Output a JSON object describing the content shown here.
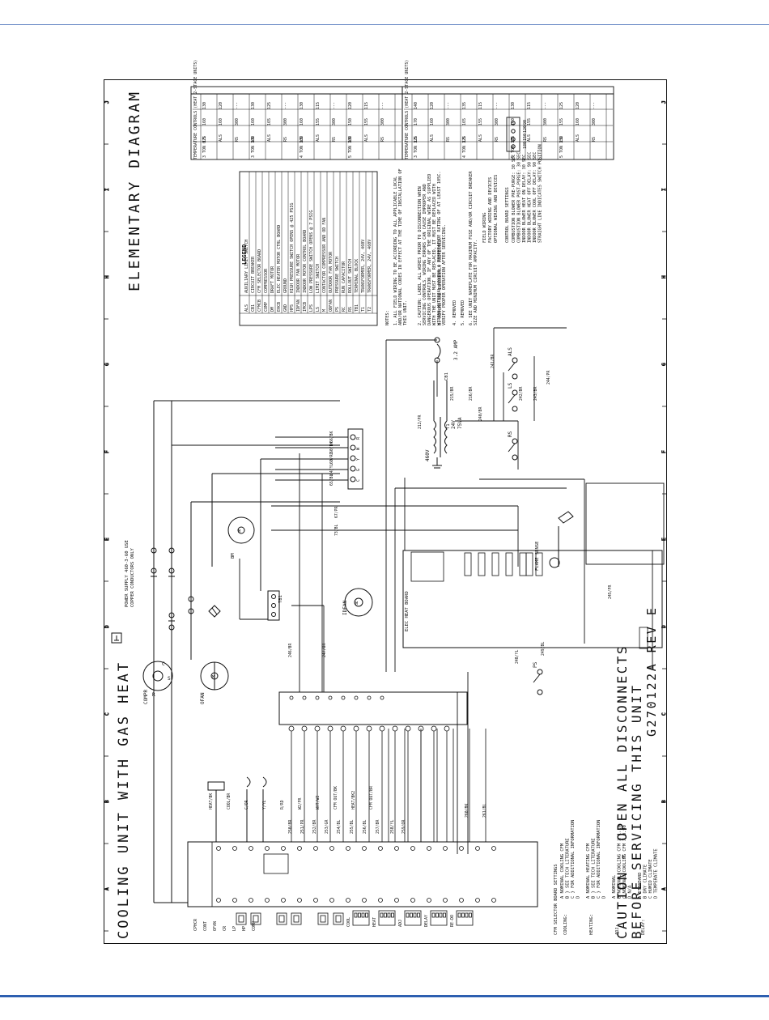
{
  "colors": {
    "rule": "#2d5fb0",
    "ink": "#111111"
  },
  "diagram": {
    "title": "ELEMENTARY DIAGRAM",
    "subtitle": "COOLING UNIT WITH GAS HEAT",
    "caution_line1": "CAUTION - OPEN ALL DISCONNECTS",
    "caution_line2": "BEFORE SERVICING THIS UNIT",
    "drawing_no": "G270122A REV E",
    "power_note_1": "POWER SUPPLY 460-3-60 USE",
    "power_note_2": "COPPER CONDUCTORS ONLY",
    "left_labels": [
      "CPHCR",
      "CONT",
      "OFAN",
      "CR",
      "LP",
      "HP",
      "COMP"
    ],
    "components": [
      "COMPR",
      "OFAN",
      "IDFAN",
      "BM",
      "TB1",
      "FLAME SENSE",
      "CB1",
      "T1",
      "ELEC HEAT BOARD"
    ],
    "transformer": {
      "primary": "460V",
      "secondary": "24V",
      "va": "75VA"
    },
    "breaker": "3.2 AMP",
    "switches": [
      "ALS",
      "LS",
      "RS",
      "PS"
    ],
    "plug_pins": [
      "R",
      "W",
      "Y",
      "G",
      "C"
    ],
    "wire_labels": [
      "60/BK",
      "60/RD",
      "64/YL",
      "65/BL",
      "66/BK",
      "67/PR",
      "73/BL",
      "212/PR",
      "215/BR",
      "216/BR",
      "240/BR",
      "241/BR",
      "242/BR",
      "243/BR",
      "244/PR",
      "245/PR",
      "246/BR",
      "247/OR",
      "248/YL",
      "249/BL",
      "250/BR",
      "251/PR",
      "252/BR",
      "253/GR",
      "254/BL",
      "255/BL",
      "256/BL",
      "257/BR",
      "258/YL",
      "259/OR",
      "260/BK",
      "261/BL"
    ],
    "terminals": [
      "HEAT/BK",
      "COOL/BR",
      "C/OR",
      "Y/YL",
      "R/RD",
      "W2/PR",
      "WHT/W2",
      "CFM OUT/BK",
      "HEAT/BK2",
      "CFM OUT/BR"
    ]
  },
  "legend": {
    "title": "LEGEND",
    "items": [
      {
        "code": "ALS",
        "desc": "AUXILIARY LIMIT SWITCH"
      },
      {
        "code": "CB1",
        "desc": "CIRCUIT BREAKER"
      },
      {
        "code": "CFMCB",
        "desc": "CFM SELECTOR BOARD"
      },
      {
        "code": "COMP",
        "desc": "COMPRESSOR"
      },
      {
        "code": "DM",
        "desc": "DRAFT MOTOR"
      },
      {
        "code": "EHCB",
        "desc": "ELEC HEATER MOTOR CTRL BOARD"
      },
      {
        "code": "GND",
        "desc": "GROUND"
      },
      {
        "code": "HPS",
        "desc": "HIGH PRESSURE SWITCH OPENS @ 425 PSIG"
      },
      {
        "code": "IDFAN",
        "desc": "INDOOR FAN MOTOR"
      },
      {
        "code": "IMCB",
        "desc": "INDOOR MOTOR CONTROL BOARD"
      },
      {
        "code": "LPS",
        "desc": "LOW PRESSURE SWITCH OPENS @ 7 PSIG"
      },
      {
        "code": "LS",
        "desc": "LIMIT SWITCH"
      },
      {
        "code": "M",
        "desc": "CONTACTOR COMPRESSOR AND OD FAN"
      },
      {
        "code": "ODFAN",
        "desc": "OUTDOOR FAN MOTOR"
      },
      {
        "code": "PS",
        "desc": "PRESSURE SWITCH"
      },
      {
        "code": "RC",
        "desc": "RUN CAPACITOR"
      },
      {
        "code": "RS",
        "desc": "ROLLOUT SWITCH"
      },
      {
        "code": "TB1",
        "desc": "TERMINAL BLOCK"
      },
      {
        "code": "T1",
        "desc": "TRANSFORMER, 24V, 460V"
      },
      {
        "code": "T2",
        "desc": "TRANSFORMER, 24V, 460V"
      }
    ]
  },
  "temp_tables": {
    "header_left": "TEMPERATURE CONTROLS (HEAT 2-STAGE UNITS)",
    "header_right": "TEMPERATURE CONTROLS (HEAT 2-STAGE UNITS)",
    "columns": [
      "UNIT SIZE",
      "DEVICE",
      "OPEN",
      "CLOSE"
    ],
    "left_rows": [
      [
        "3 TON 075",
        "LS",
        "160",
        "130"
      ],
      [
        "",
        "ALS",
        "160",
        "120"
      ],
      [
        "",
        "RS",
        "300",
        "---"
      ],
      [
        "3 TON 100",
        "LS",
        "160",
        "130"
      ],
      [
        "",
        "ALS",
        "165",
        "125"
      ],
      [
        "",
        "RS",
        "300",
        "---"
      ],
      [
        "4 TON 100",
        "LS",
        "160",
        "130"
      ],
      [
        "",
        "ALS",
        "155",
        "115"
      ],
      [
        "",
        "RS",
        "300",
        "---"
      ],
      [
        "5 TON 100",
        "LS",
        "150",
        "120"
      ],
      [
        "",
        "ALS",
        "155",
        "115"
      ],
      [
        "",
        "RS",
        "300",
        "---"
      ]
    ],
    "right_rows": [
      [
        "3 TON 125",
        "LS",
        "170",
        "140"
      ],
      [
        "",
        "ALS",
        "160",
        "120"
      ],
      [
        "",
        "RS",
        "300",
        "---"
      ],
      [
        "4 TON 125",
        "LS",
        "165",
        "135"
      ],
      [
        "",
        "ALS",
        "155",
        "115"
      ],
      [
        "",
        "RS",
        "300",
        "---"
      ],
      [
        "5 TON 125",
        "LS",
        "160",
        "130"
      ],
      [
        "",
        "ALS",
        "155",
        "115"
      ],
      [
        "",
        "RS",
        "300",
        "---"
      ],
      [
        "5 TON 150",
        "LS",
        "155",
        "125"
      ],
      [
        "",
        "ALS",
        "160",
        "120"
      ],
      [
        "",
        "RS",
        "300",
        "---"
      ]
    ]
  },
  "notes": {
    "heading": "NOTES:",
    "items": [
      "1. ALL FIELD WIRING TO BE ACCORDING TO ALL APPLICABLE LOCAL AND/OR NATIONAL CODES IN EFFECT AT THE TIME OF INSTALLATION OF THIS UNIT.",
      "2. CAUTION: LABEL ALL WIRES PRIOR TO DISCONNECTION WHEN SERVICING CONTROLS. WIRING ERRORS CAN CAUSE IMPROPER AND DANGEROUS OPERATION. IF ANY OF THE ORIGINAL WIRE AS SUPPLIED WITH THE UNIT MUST BE REPLACED, IT MUST BE REPLACED WITH WIRING MATERIAL HAVING A TEMPERATURE RATING OF AT LEAST 105C. VERIFY PROPER OPERATION AFTER SERVICING.",
      "3. MOTORS ARE INHERENTLY PROTECTED.",
      "4. REMOVED",
      "5. REMOVED",
      "6. SEE UNIT NAMEPLATE FOR MAXIMUM FUSE AND/OR CIRCUIT BREAKER SIZE AND MINIMUM CIRCUIT AMPACITY."
    ],
    "wiring_key": [
      "FIELD WIRING",
      "FACTORY WIRING AND DEVICES",
      "OPTIONAL WIRING AND DEVICES"
    ]
  },
  "control_board": {
    "heading": "CONTROL BOARD SETTINGS",
    "lines": [
      "COMBUSTION BLOWER PRE-PURGE: 30 SEC",
      "COMBUSTION BLOWER POST-PURGE: 30 SEC",
      "INDOOR BLOWER HEAT ON DELAY: 30 SEC",
      "INDOOR BLOWER HEAT OFF DELAY: 90 SEC",
      "INDOOR BLOWER COOL OFF DELAY: 90 SEC",
      "STRAIGHT LINE INDICATES SWITCH POSITION"
    ],
    "dip_labels": [
      "90",
      "120",
      "150",
      "180"
    ]
  },
  "cfm_settings": {
    "heading": "CFM SELECTOR BOARD SETTINGS",
    "cooling": {
      "label": "COOLING:",
      "lines": [
        "A  NOMINAL COOLING CFM",
        "B  } SEE TECH LITERATURE",
        "C  } FOR ADDITIONAL INFORMATION",
        "D"
      ]
    },
    "heating": {
      "label": "HEATING:",
      "lines": [
        "A  NOMINAL HEATING CFM",
        "B  } SEE TECH LITERATURE",
        "C  } FOR ADDITIONAL INFORMATION",
        "D"
      ]
    },
    "adj": {
      "label": "ADJ:",
      "lines": [
        "A  NOMINAL",
        "B  NOMINAL COOLING CFM X 1.10",
        "C  NOMINAL COOLING CFM X 0.90",
        "D  N/A"
      ]
    },
    "delay": {
      "label": "DELAY:",
      "lines": [
        "A  STANDARD",
        "B  DRY CLIMATE",
        "C  HUMID CLIMATE",
        "D  TEMPERATE CLIMATE"
      ]
    }
  },
  "selectors": [
    "COOL",
    "HEAT",
    "ADJ",
    "DELAY",
    "RE-DO"
  ],
  "grid_letters": [
    "A",
    "B",
    "C",
    "D",
    "E",
    "F",
    "G",
    "H",
    "I",
    "J"
  ]
}
